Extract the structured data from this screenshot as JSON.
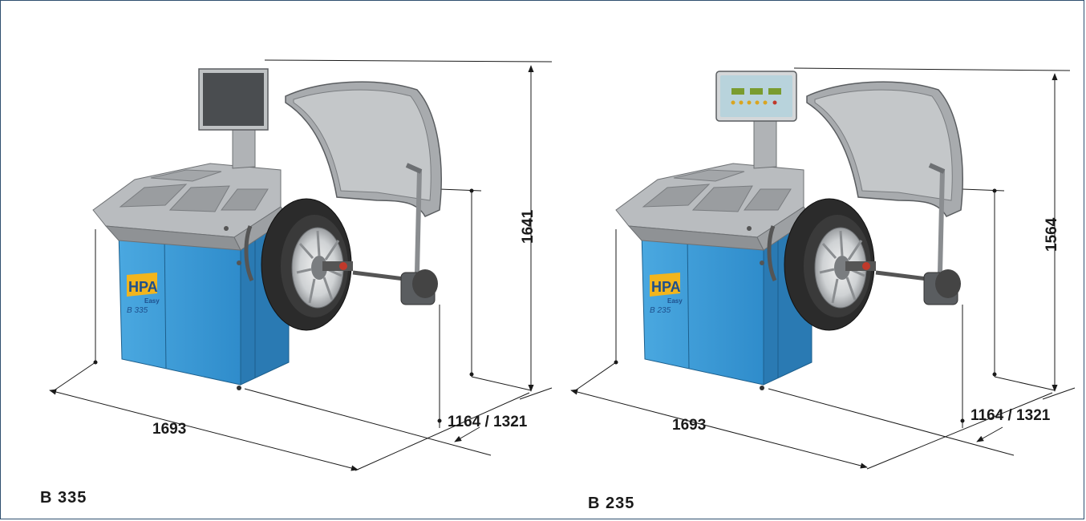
{
  "machines": [
    {
      "model_label": "B 335",
      "brand_text": "HPA",
      "brand_sub": "Easy",
      "cabinet_model": "B 335",
      "display": "monitor",
      "dimensions": {
        "width": "1693",
        "height": "1641",
        "depth": "1164 / 1321"
      }
    },
    {
      "model_label": "B 235",
      "brand_text": "HPA",
      "brand_sub": "Easy",
      "cabinet_model": "B 235",
      "display": "control-panel",
      "dimensions": {
        "width": "1693",
        "height": "1564",
        "depth": "1164 / 1321"
      }
    }
  ],
  "colors": {
    "cabinet_blue": "#3b9bd6",
    "cabinet_dark": "#2a7ab3",
    "top_grey": "#b9bcbf",
    "hood_grey": "#a8abae",
    "tyre": "#2b2b2b",
    "frame": "#2f4f6f",
    "brand_yellow": "#f2b51d"
  }
}
